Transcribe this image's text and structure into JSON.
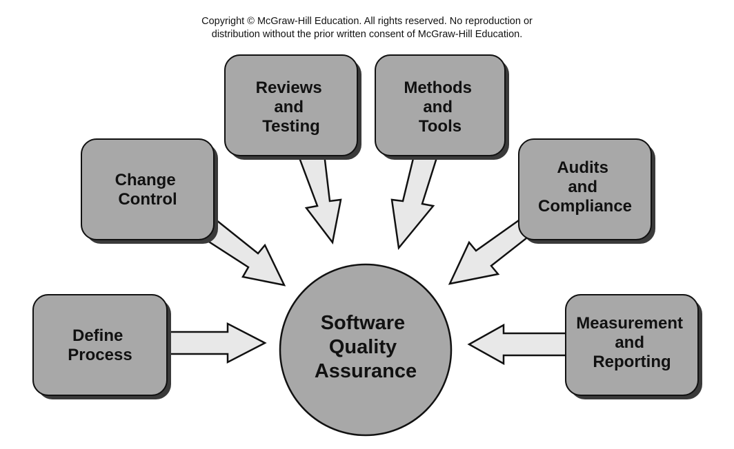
{
  "copyright": {
    "line1": "Copyright © McGraw-Hill Education. All rights reserved. No reproduction or",
    "line2": "distribution without the prior written consent of McGraw-Hill Education."
  },
  "center": {
    "lines": [
      "Software",
      "Quality",
      "Assurance"
    ]
  },
  "boxes": {
    "reviews": {
      "lines": [
        "Reviews",
        "and",
        "Testing"
      ]
    },
    "methods": {
      "lines": [
        "Methods",
        "and",
        "Tools"
      ]
    },
    "change": {
      "lines": [
        "Change",
        "Control"
      ]
    },
    "audits": {
      "lines": [
        "Audits",
        "and",
        "Compliance"
      ]
    },
    "define": {
      "lines": [
        "Define",
        "Process"
      ]
    },
    "measurement": {
      "lines": [
        "Measurement",
        "and",
        "Reporting"
      ]
    }
  },
  "colors": {
    "box_fill": "#a8a8a8",
    "shadow": "#3a3a3a",
    "outline": "#111111",
    "arrow_fill": "#e8e8e8"
  }
}
